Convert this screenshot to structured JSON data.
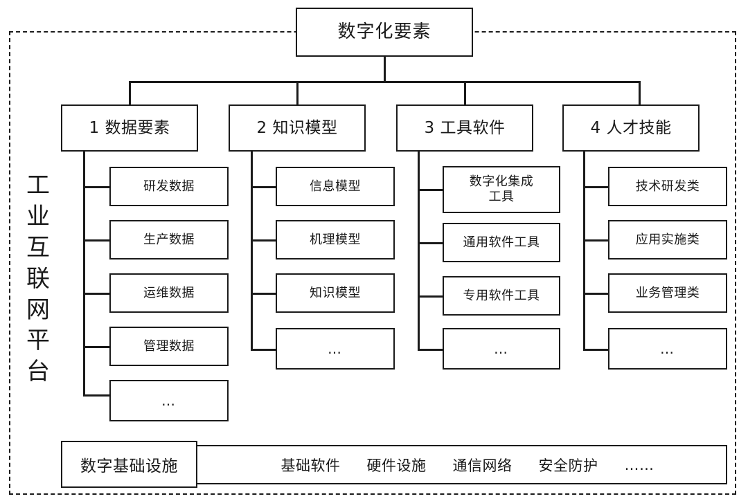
{
  "diagram": {
    "title": "数字化要素",
    "platform_label": "工业互联网平台",
    "categories": [
      {
        "id": "data-elements",
        "label": "1 数据要素",
        "items": [
          "研发数据",
          "生产数据",
          "运维数据",
          "管理数据",
          "…"
        ]
      },
      {
        "id": "knowledge-models",
        "label": "2 知识模型",
        "items": [
          "信息模型",
          "机理模型",
          "知识模型",
          "…"
        ]
      },
      {
        "id": "tool-software",
        "label": "3 工具软件",
        "items": [
          "数字化集成\n工具",
          "通用软件工具",
          "专用软件工具",
          "…"
        ]
      },
      {
        "id": "talent-skills",
        "label": "4 人才技能",
        "items": [
          "技术研发类",
          "应用实施类",
          "业务管理类",
          "…"
        ]
      }
    ],
    "infrastructure": {
      "label": "数字基础设施",
      "items": [
        "基础软件",
        "硬件设施",
        "通信网络",
        "安全防护",
        "……"
      ]
    },
    "colors": {
      "stroke": "#1a1a1a",
      "background": "#ffffff"
    }
  }
}
